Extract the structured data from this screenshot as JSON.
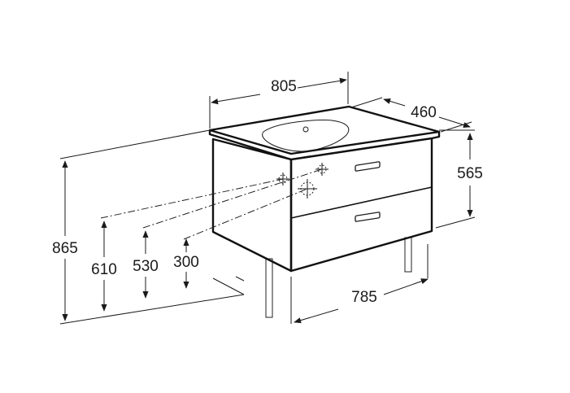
{
  "dimensions": {
    "width_top": "805",
    "depth": "460",
    "cabinet_height": "565",
    "total_height": "865",
    "pipe_610": "610",
    "pipe_530": "530",
    "pipe_300": "300",
    "width_bottom": "785"
  },
  "colors": {
    "line": "#1a1a1a",
    "background": "#ffffff"
  }
}
